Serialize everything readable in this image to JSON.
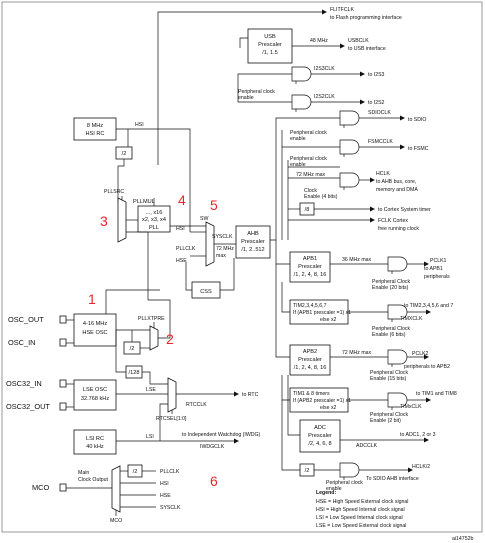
{
  "outputs": {
    "flitfclk": "FLITFCLK",
    "flitfclk_desc": "to Flash programming interface",
    "usbclk": "USBCLK",
    "usbclk_desc": "to USB interface",
    "usb_freq": "48 MHz",
    "i2s3clk": "I2S3CLK",
    "i2s3_desc": "to I2S3",
    "i2s2clk": "I2S2CLK",
    "i2s2_desc": "to I2S2",
    "periph_enable": [
      "Peripheral clock",
      "enable"
    ],
    "sdioclk": "SDIOCLK",
    "sdio_desc": "to SDIO",
    "fsmcclk": "FSMCCLK",
    "fsmc_desc": "to FSMC",
    "hclk": "HCLK",
    "hclk_desc": [
      "to AHB bus, core,",
      "memory and DMA"
    ],
    "max72": "72 MHz max",
    "clock_enable": [
      "Clock",
      "Enable (4 bits)"
    ],
    "div8": "/8",
    "systimer": "to Cortex System timer",
    "fclk": [
      "FCLK Cortex",
      "free running clock"
    ],
    "pclk1": "PCLK1",
    "pclk1_desc": [
      "to APB1",
      "peripherals"
    ],
    "max36": "36 MHz max",
    "pce20": [
      "Peripheral Clock",
      "Enable (20 bits)"
    ],
    "tim2": [
      "TIM2,3,4,5,6,7",
      "If (APB1 prescaler =1) x1",
      "else x2"
    ],
    "tim2_desc": "to TIM2,3,4,5,6 and 7",
    "timxclk1": "TIMXCLK",
    "pce6": [
      "Peripheral Clock",
      "Enable (6 bits)"
    ],
    "pclk2": "PCLK2",
    "pclk2_desc": "peripherals to APB2",
    "max72b": "72 MHz max",
    "pce15": [
      "Peripheral Clock",
      "Enable (15 bits)"
    ],
    "tim1": [
      "TIM1 & 8 timers",
      "If (APB2 prescaler =1) x1",
      "else x2"
    ],
    "tim1_desc": "to TIM1 and TIM8",
    "timxclk2": "TIMxCLK",
    "pce2": [
      "Peripheral Clock",
      "Enable (2 bit)"
    ],
    "adcclk": "ADCCLK",
    "adc_desc": "to ADC1, 2 or 3",
    "hclk2": "HCLK/2",
    "sdio_ahb": "To SDIO AHB interface",
    "rtc_desc": "to RTC",
    "iwdg_desc": "to Independent Watchdog (IWDG)",
    "iwdgclk": "IWDGCLK"
  },
  "blocks": {
    "usb": [
      "USB",
      "Prescaler",
      "/1, 1.5"
    ],
    "hsi_rc": [
      "8 MHz",
      "HSI RC"
    ],
    "div2a": "/2",
    "pllmul": [
      "PLLMUL",
      "..., x16",
      "x2, x3, x4",
      "PLL"
    ],
    "ahb": [
      "AHB",
      "Prescaler",
      "/1, 2..512"
    ],
    "apb1": [
      "APB1",
      "Prescaler",
      "/1, 2, 4, 8, 16"
    ],
    "apb2": [
      "APB2",
      "Prescaler",
      "/1, 2, 4, 8, 16"
    ],
    "adc": [
      "ADC",
      "Prescaler",
      "/2, 4, 6, 8"
    ],
    "css": "CSS",
    "hse_osc": [
      "4-16 MHz",
      "HSE OSC"
    ],
    "div2b": "/2",
    "div128": "/128",
    "lse_osc": [
      "LSE OSC",
      "32.768 kHz"
    ],
    "lsi_rc": [
      "LSI RC",
      "40 kHz"
    ],
    "div2c": "/2",
    "div2d": "/2"
  },
  "signals": {
    "hsi": "HSI",
    "pllsrc": "PLLSRC",
    "pllxtpre": "PLLXTPRE",
    "sw": "SW",
    "sysclk": "SYSCLK",
    "sys_max": [
      "72 MHz",
      "max"
    ],
    "pllclk": "PLLCLK",
    "hse": "HSE",
    "lse": "LSE",
    "lsi": "LSI",
    "rtcclk": "RTCCLK",
    "rtcsel": "RTCSEL[1:0]",
    "mco_label": [
      "Main",
      "Clock Output"
    ],
    "mco_pllclk": "PLLCLK",
    "mco_hsi": "HSI",
    "mco_hse": "HSE",
    "mco_sysclk": "SYSCLK",
    "mco_mux": "MCO"
  },
  "pins": {
    "osc_out": "OSC_OUT",
    "osc_in": "OSC_IN",
    "osc32_in": "OSC32_IN",
    "osc32_out": "OSC32_OUT",
    "mco": "MCO"
  },
  "markers": [
    "1",
    "2",
    "3",
    "4",
    "5",
    "6"
  ],
  "legend": {
    "title": "Legend:",
    "items": [
      "HSE = High Speed External clock signal",
      "HSI = High Speed Internal clock signal",
      "LSI = Low Speed Internal clock signal",
      "LSE = Low Speed External clock signal"
    ]
  },
  "figure_id": "ai14752b",
  "colors": {
    "marker": "#e8262a",
    "line": "#111111"
  }
}
